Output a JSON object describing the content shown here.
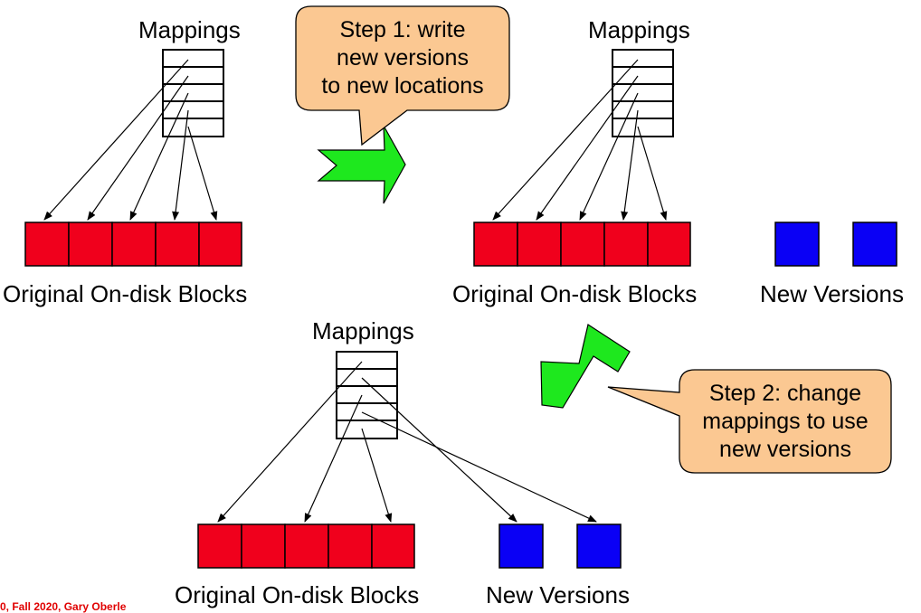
{
  "colors": {
    "block_original": "#f0001c",
    "block_new": "#0a00f5",
    "callout_fill": "#fbc892",
    "arrow_fill": "#1ee81e"
  },
  "panels": {
    "top_left": {
      "mappings_title": "Mappings",
      "blocks_label": "Original On-disk Blocks"
    },
    "top_right": {
      "mappings_title": "Mappings",
      "blocks_label": "Original On-disk Blocks",
      "new_label": "New Versions"
    },
    "bottom": {
      "mappings_title": "Mappings",
      "blocks_label": "Original On-disk Blocks",
      "new_label": "New Versions"
    }
  },
  "callouts": {
    "step1": {
      "line1": "Step 1: write",
      "line2": "new versions",
      "line3": "to new locations"
    },
    "step2": {
      "line1": "Step 2: change",
      "line2": "mappings to use",
      "line3": "new versions"
    }
  },
  "footer": "0, Fall 2020, Gary Oberle"
}
